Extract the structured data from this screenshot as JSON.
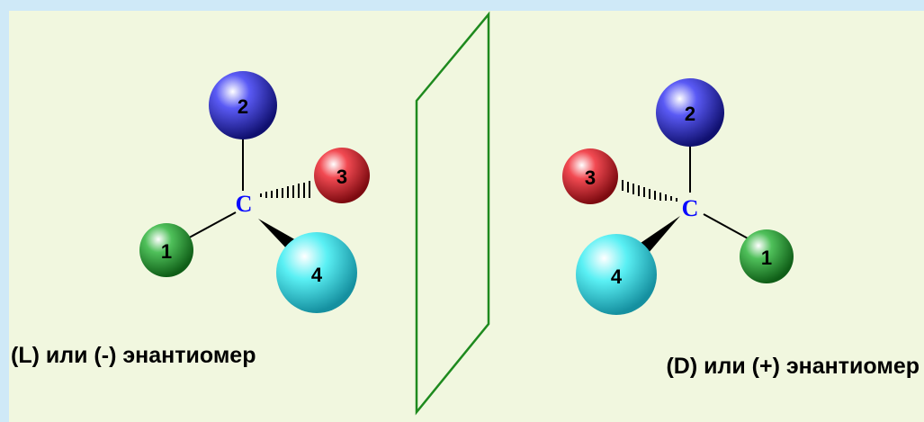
{
  "colors": {
    "background": "#f1f7df",
    "frame": "#cfe9f7",
    "mirror_plane": "#1e8a1e",
    "carbon": "#0a0aff",
    "atom_1": "#1f8a2a",
    "atom_2": "#2b2bd8",
    "atom_3": "#e31e2a",
    "atom_4": "#33e2ea"
  },
  "left_molecule": {
    "center_label": "C",
    "atoms": [
      "1",
      "2",
      "3",
      "4"
    ],
    "caption": "(L) или (-) энантиомер"
  },
  "right_molecule": {
    "center_label": "C",
    "atoms": [
      "1",
      "2",
      "3",
      "4"
    ],
    "caption": "(D) или (+) энантиомер"
  }
}
